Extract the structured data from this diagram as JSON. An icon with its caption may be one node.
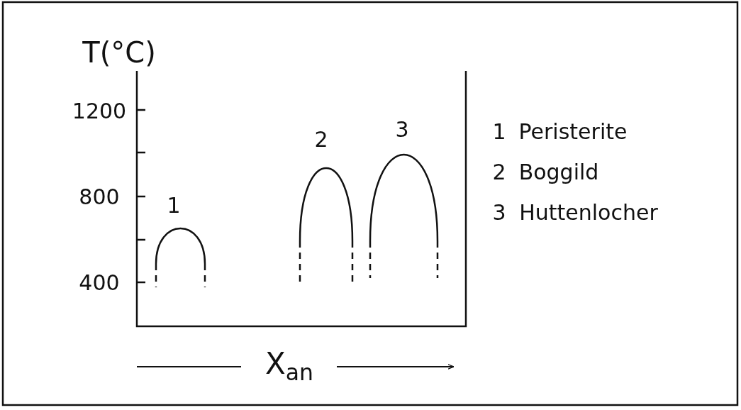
{
  "diagram": {
    "labels": [
      "T(°C)",
      "1200",
      "800",
      "400",
      "1",
      "2",
      "3",
      "1",
      "Peristerite",
      "2",
      "Boggild",
      "3",
      "Huttenlocher",
      "X$_{an}$"
    ]
  }
}
